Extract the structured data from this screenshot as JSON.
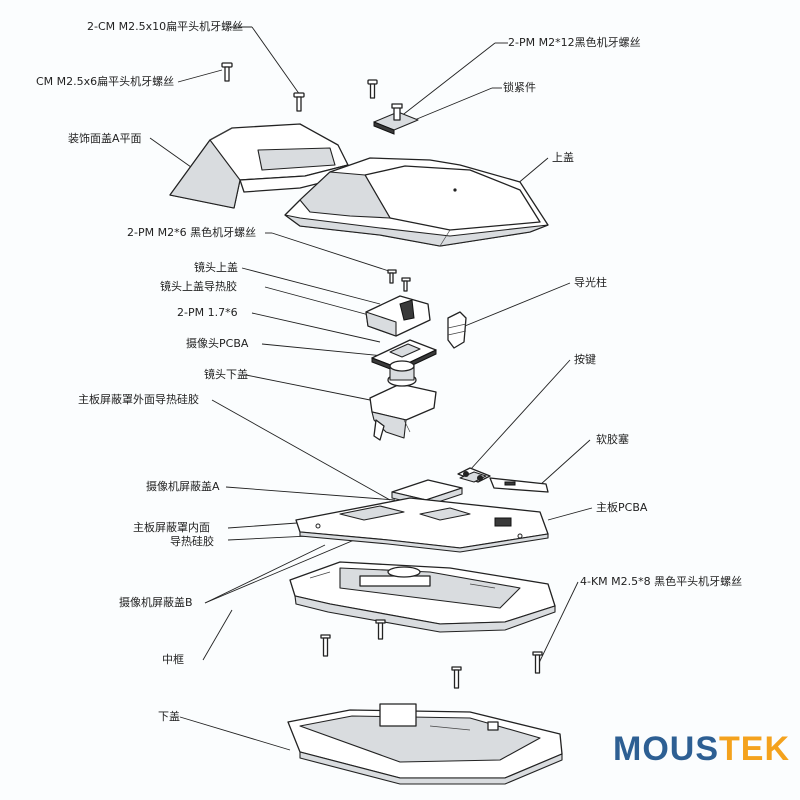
{
  "labels": {
    "screw_2cm": "2-CM M2.5x10扁平头机牙螺丝",
    "screw_2pm_12": "2-PM M2*12黑色机牙螺丝",
    "screw_cm": "CM M2.5x6扁平头机牙螺丝",
    "lock_part": "锁紧件",
    "deco_cover": "装饰面盖A平面",
    "top_cover": "上盖",
    "screw_2pm_6": "2-PM M2*6 黑色机牙螺丝",
    "lens_top_cover": "镜头上盖",
    "lens_top_thermal": "镜头上盖导热胶",
    "light_guide": "导光柱",
    "pm_17": "2-PM 1.7*6",
    "camera_pcba": "摄像头PCBA",
    "lens_bottom_cover": "镜头下盖",
    "button": "按键",
    "shield_outer_thermal": "主板屏蔽罩外面导热硅胶",
    "soft_plug": "软胶塞",
    "camera_shield_a": "摄像机屏蔽盖A",
    "main_pcba": "主板PCBA",
    "shield_inner_thermal_1": "主板屏蔽罩内面",
    "shield_inner_thermal_2": "导热硅胶",
    "screw_4km": "4-KM M2.5*8 黑色平头机牙螺丝",
    "camera_shield_b": "摄像机屏蔽盖B",
    "middle_frame": "中框",
    "bottom_cover": "下盖"
  },
  "logo": {
    "part1": "MOUS",
    "part2": "TEK",
    "color1": "#2d5f93",
    "color2": "#f4a21d"
  }
}
